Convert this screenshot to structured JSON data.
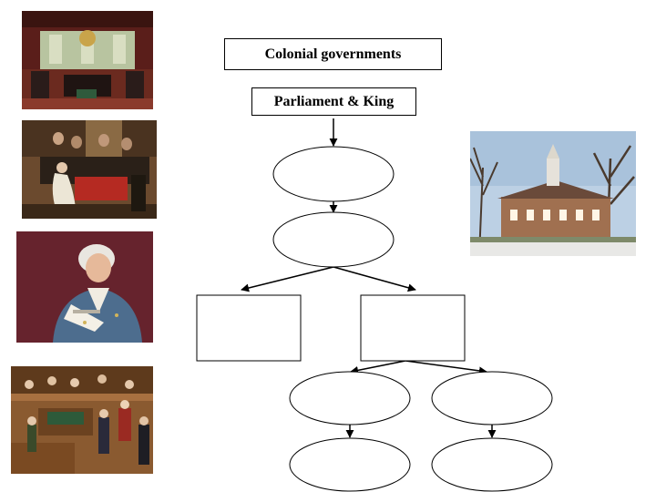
{
  "diagram": {
    "title": "Colonial governments",
    "top_node": "Parliament & King"
  },
  "images": [
    {
      "name": "assembly-chamber-photo"
    },
    {
      "name": "royal-council-painting"
    },
    {
      "name": "colonial-official-portrait"
    },
    {
      "name": "courtroom-scene-photo"
    },
    {
      "name": "capitol-building-photo"
    }
  ],
  "colors": {
    "line": "#000000",
    "background": "#ffffff"
  }
}
